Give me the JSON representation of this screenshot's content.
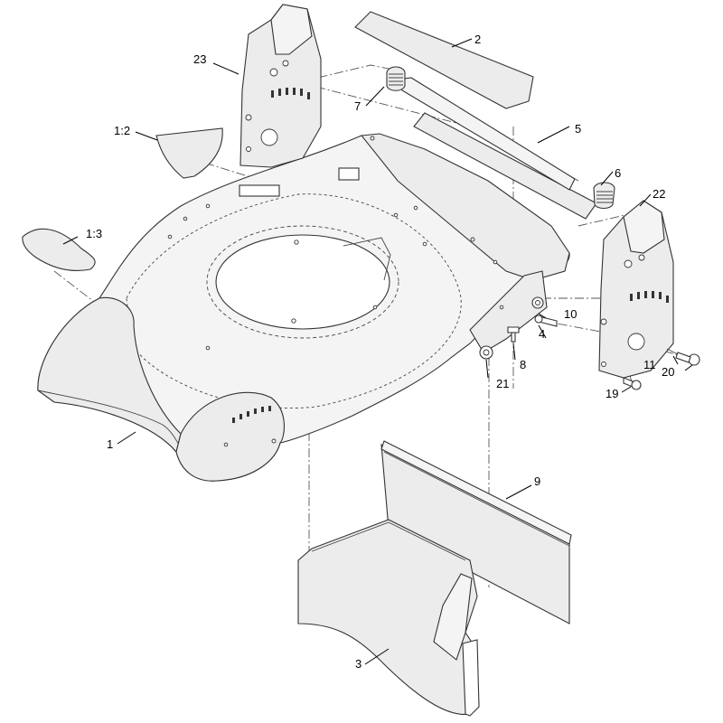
{
  "diagram": {
    "callouts": {
      "c1": "1",
      "c1_2": "1:2",
      "c1_3": "1:3",
      "c2": "2",
      "c3": "3",
      "c4": "4",
      "c5": "5",
      "c6": "6",
      "c7": "7",
      "c8": "8",
      "c9": "9",
      "c10": "10",
      "c11": "11",
      "c19": "19",
      "c20": "20",
      "c21": "21",
      "c22": "22",
      "c23": "23"
    }
  }
}
